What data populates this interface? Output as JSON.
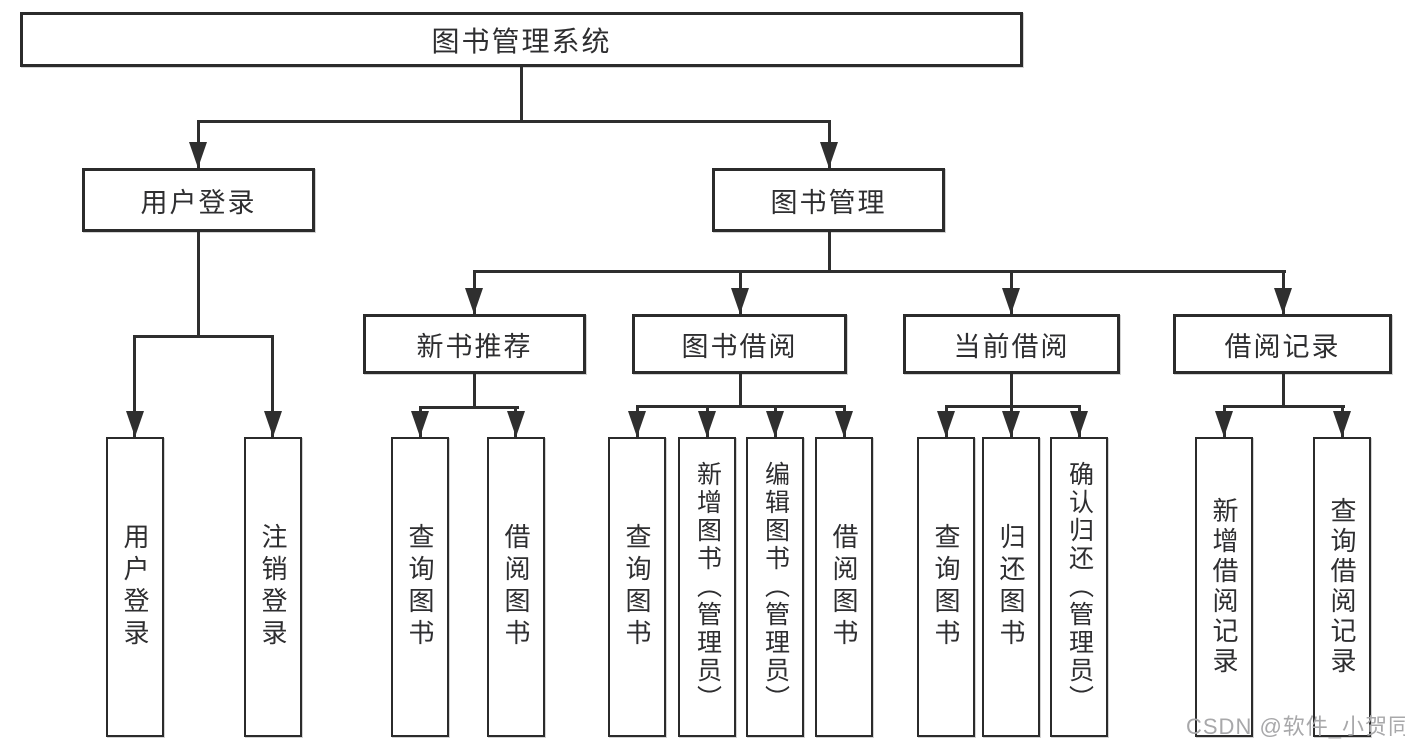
{
  "watermark": "CSDN @软件_小贺同学",
  "colors": {
    "line": "#2f2f2f",
    "border": "#2b2b2b",
    "text": "#2e2e30",
    "background": "#ffffff",
    "watermark": "#a8a8aa"
  },
  "tree": {
    "root": "图书管理系统",
    "level2": {
      "user_login": "用户登录",
      "book_mgmt": "图书管理"
    },
    "user_login_children": {
      "login": "用户登录",
      "logout": "注销登录"
    },
    "book_mgmt_children": {
      "new_book_rec": "新书推荐",
      "book_borrow": "图书借阅",
      "current_borrow": "当前借阅",
      "borrow_records": "借阅记录"
    },
    "new_book_rec_children": {
      "query_books": "查询图书",
      "borrow_books": "借阅图书"
    },
    "book_borrow_children": {
      "query_books": "查询图书",
      "add_books": "新增图书（管理员）",
      "edit_books": "编辑图书（管理员）",
      "borrow_books": "借阅图书"
    },
    "current_borrow_children": {
      "query_books": "查询图书",
      "return_books": "归还图书",
      "confirm_return": "确认归还（管理员）"
    },
    "borrow_records_children": {
      "add_record": "新增借阅记录",
      "query_record": "查询借阅记录"
    }
  }
}
